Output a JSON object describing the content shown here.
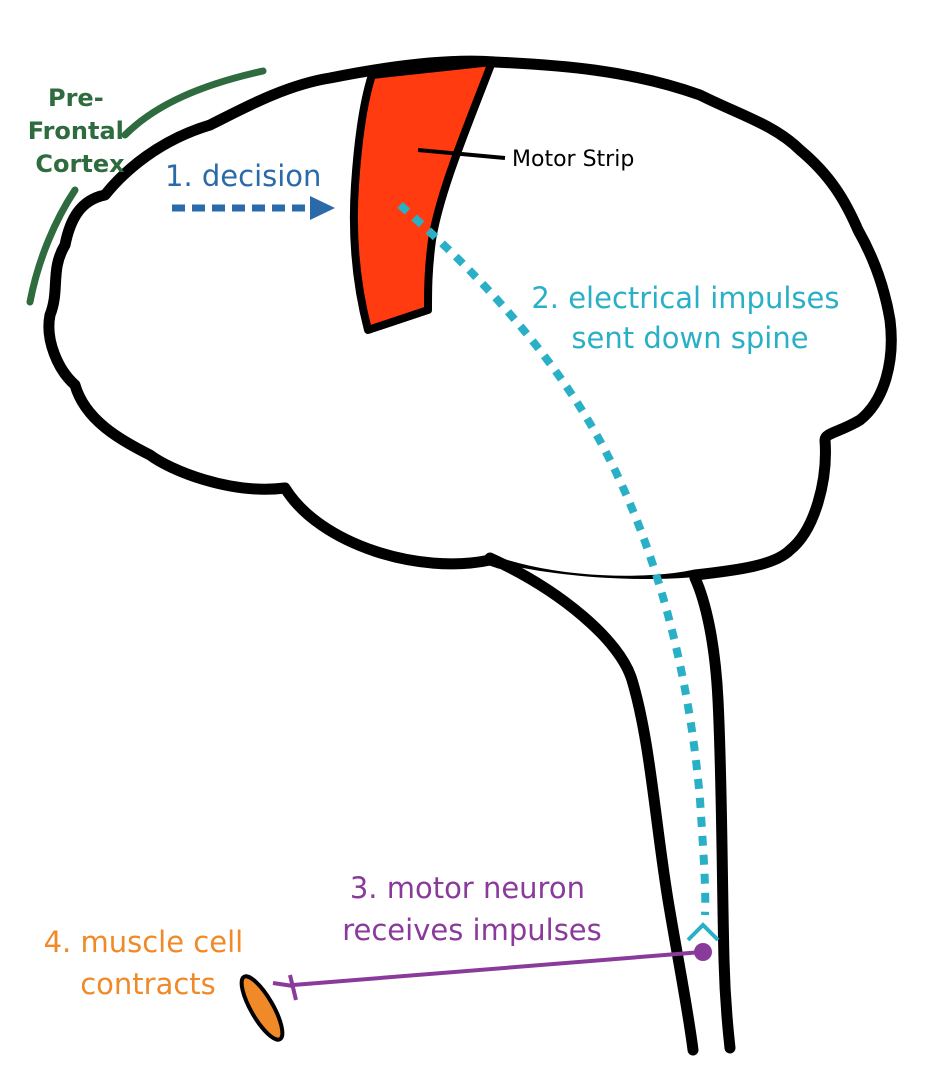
{
  "labels": {
    "prefrontal": [
      "Pre-",
      "Frontal",
      "Cortex"
    ],
    "motor_strip": "Motor Strip",
    "step1": "1. decision",
    "step2": [
      "2. electrical impulses",
      "sent down spine"
    ],
    "step3": [
      "3. motor neuron",
      "receives impulses"
    ],
    "step4": [
      "4. muscle cell",
      "contracts"
    ]
  },
  "colors": {
    "outline": "#000000",
    "motor_strip": "#ff3b0f",
    "prefrontal": "#2e6b3e",
    "decision": "#2a6aa8",
    "impulse": "#2ab0c6",
    "neuron": "#8a3a9a",
    "muscle": "#f08a28"
  }
}
